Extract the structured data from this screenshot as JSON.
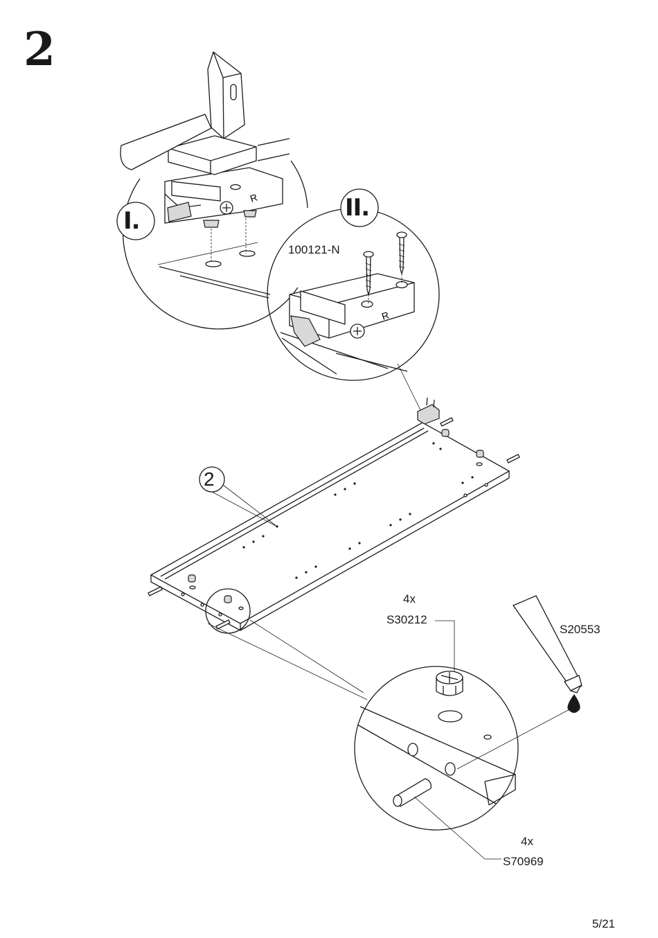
{
  "step": {
    "number": "2"
  },
  "detail_I": {
    "label": "I."
  },
  "detail_II": {
    "label": "II.",
    "part_code": "100121-N"
  },
  "panel": {
    "label": "2"
  },
  "cam_lock": {
    "quantity": "4x",
    "part_code": "S30212"
  },
  "glue": {
    "part_code": "S20553"
  },
  "dowel": {
    "quantity": "4x",
    "part_code": "S70969"
  },
  "footer": {
    "page": "5/21"
  }
}
